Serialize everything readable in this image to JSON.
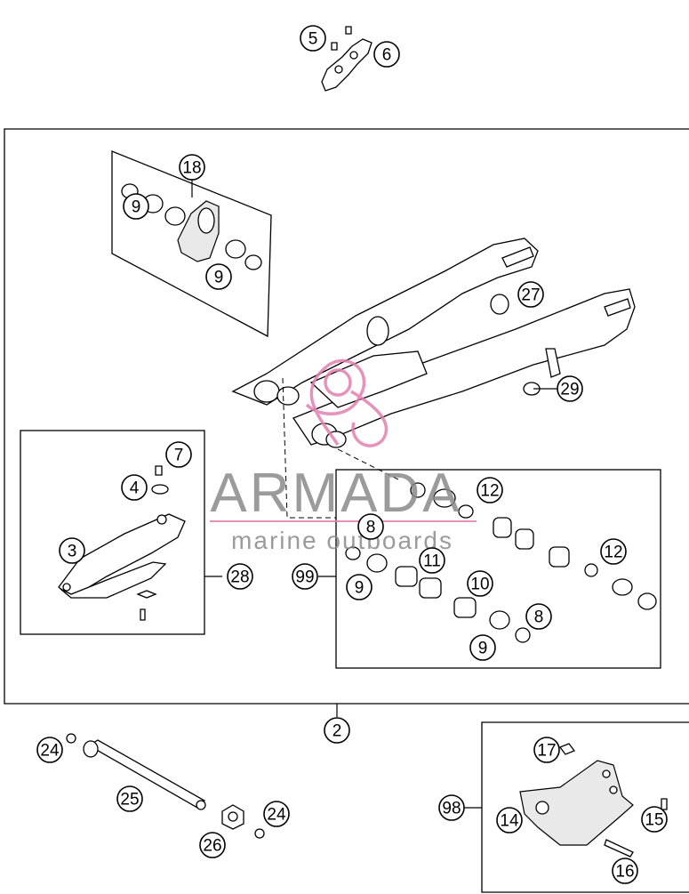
{
  "watermark": {
    "brand": "ARMADA",
    "tagline": "marine outboards",
    "logo_color": "#e27fb0",
    "text_color": "#8a8a8a"
  },
  "callouts": {
    "c5": "5",
    "c6": "6",
    "c18": "18",
    "c9a": "9",
    "c9b": "9",
    "c27": "27",
    "c29": "29",
    "c7": "7",
    "c4": "4",
    "c3": "3",
    "c28": "28",
    "c12a": "12",
    "c8a": "8",
    "c11": "11",
    "c12b": "12",
    "c99": "99",
    "c9c": "9",
    "c10": "10",
    "c8b": "8",
    "c9d": "9",
    "c2": "2",
    "c24a": "24",
    "c25": "25",
    "c24b": "24",
    "c26": "26",
    "c17": "17",
    "c98": "98",
    "c14": "14",
    "c15": "15",
    "c16": "16"
  }
}
